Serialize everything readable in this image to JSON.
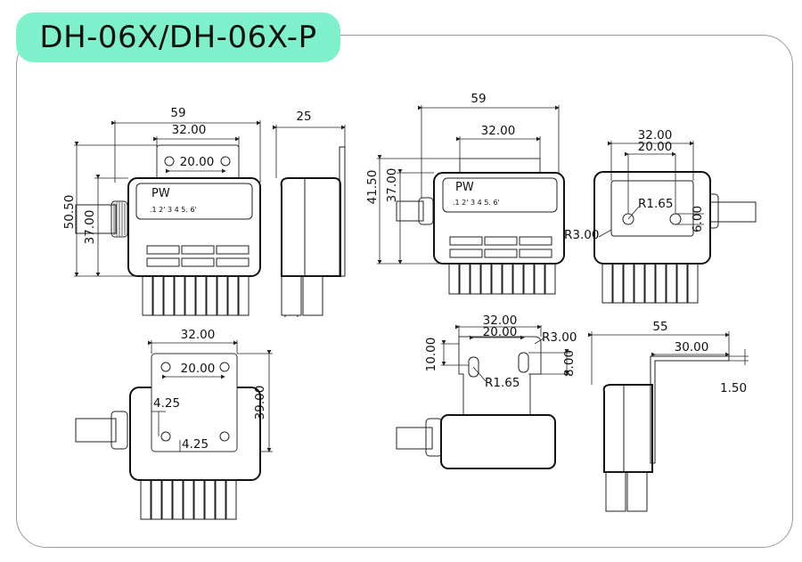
{
  "title": "DH-06X/DH-06X-P",
  "colors": {
    "title_bg": "#7ef0cc",
    "frame": "#9a9a9a",
    "line": "#222222"
  },
  "views": {
    "front": {
      "dim_width": "59",
      "dim_mount_spacing": "32.00",
      "dim_hole_spacing": "20.00",
      "dim_height": "50.50",
      "dim_body_height": "37.00",
      "label_pw": "PW",
      "terminal_numbers": ".1  2'  3    4   5.  6'"
    },
    "side": {
      "dim_depth": "25"
    },
    "front_p": {
      "dim_width": "59",
      "dim_mount_spacing": "32.00",
      "dim_height": "41.50",
      "dim_body_height": "37.00",
      "label_pw": "PW",
      "terminal_numbers": ".1  2'  3    4  5.  6'"
    },
    "back": {
      "dim_mount_spacing": "32.00",
      "dim_hole_spacing": "20.00",
      "dim_radius": "R1.65",
      "dim_corner": "R3.00",
      "dim_slot": "6.00"
    },
    "rear": {
      "dim_mount_spacing": "32.00",
      "dim_hole_spacing": "20.00",
      "dim_height": "39.00",
      "dim_offset_x": "4.25",
      "dim_offset_y": "4.25"
    },
    "bracket": {
      "dim_mount_spacing": "32.00",
      "dim_hole_spacing": "20.00",
      "dim_corner": "R3.00",
      "dim_height": "10.00",
      "dim_slot": "8.00",
      "dim_radius": "R1.65"
    },
    "bracket_side": {
      "dim_length": "55",
      "dim_flange": "30.00",
      "dim_thickness": "1.50"
    }
  }
}
